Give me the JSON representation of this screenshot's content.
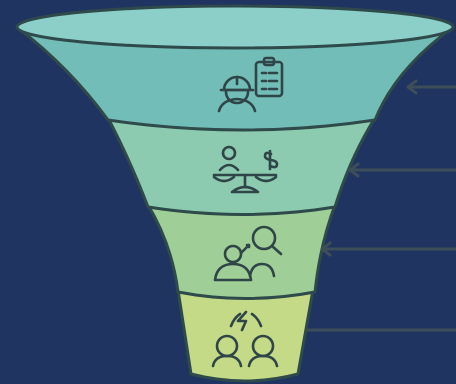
{
  "colors": {
    "background": "#1f3461",
    "outline": "#2f4a4a",
    "tier_1": "#72bdb7",
    "tier_1_rim": "#8ccfc8",
    "tier_2": "#8ccbb0",
    "tier_3": "#9fcf96",
    "tier_4": "#c4da86",
    "icon": "#2f4548",
    "pointer": "#3d4e58"
  },
  "tiers": [
    {
      "id": "tier-1",
      "icon": "worker-clipboard-icon"
    },
    {
      "id": "tier-2",
      "icon": "person-balance-dollar-icon"
    },
    {
      "id": "tier-3",
      "icon": "people-search-icon"
    },
    {
      "id": "tier-4",
      "icon": "team-lightning-icon"
    }
  ],
  "pointers": [
    {
      "id": "pointer-1",
      "icon": "left-arrow-icon"
    },
    {
      "id": "pointer-2",
      "icon": "left-arrow-icon"
    },
    {
      "id": "pointer-3",
      "icon": "left-arrow-icon"
    },
    {
      "id": "pointer-4",
      "icon": "line-connector"
    }
  ]
}
